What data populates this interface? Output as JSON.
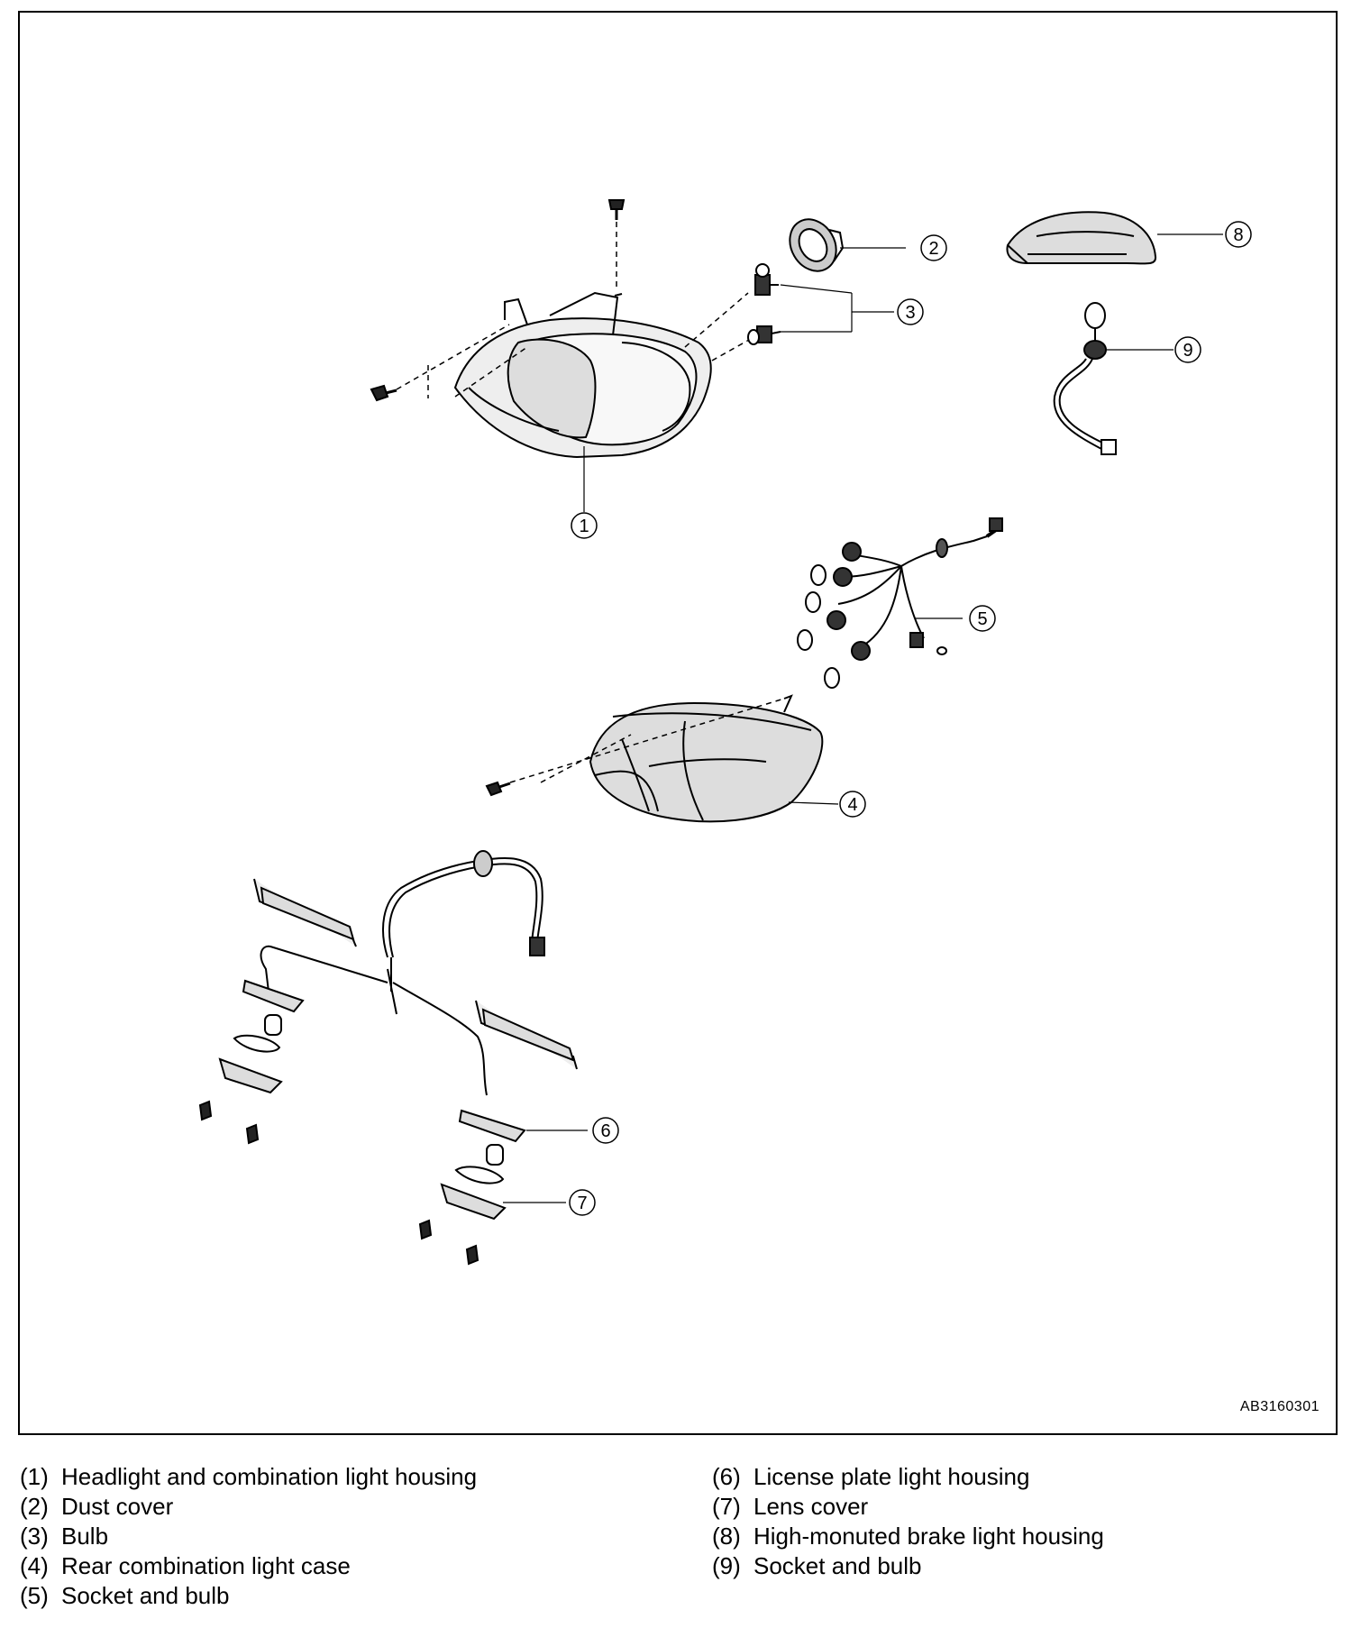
{
  "diagram": {
    "callouts": [
      "1",
      "2",
      "3",
      "4",
      "5",
      "6",
      "7",
      "8",
      "9"
    ],
    "figure_code": "AB3160301"
  },
  "legend": {
    "left": [
      {
        "num": "(1)",
        "text": "Headlight and combination light housing"
      },
      {
        "num": "(2)",
        "text": "Dust cover"
      },
      {
        "num": "(3)",
        "text": "Bulb"
      },
      {
        "num": "(4)",
        "text": "Rear combination light case"
      },
      {
        "num": "(5)",
        "text": "Socket and bulb"
      }
    ],
    "right": [
      {
        "num": "(6)",
        "text": "License plate light housing"
      },
      {
        "num": "(7)",
        "text": "Lens cover"
      },
      {
        "num": "(8)",
        "text": "High-monuted brake light housing"
      },
      {
        "num": "(9)",
        "text": "Socket and bulb"
      }
    ]
  }
}
